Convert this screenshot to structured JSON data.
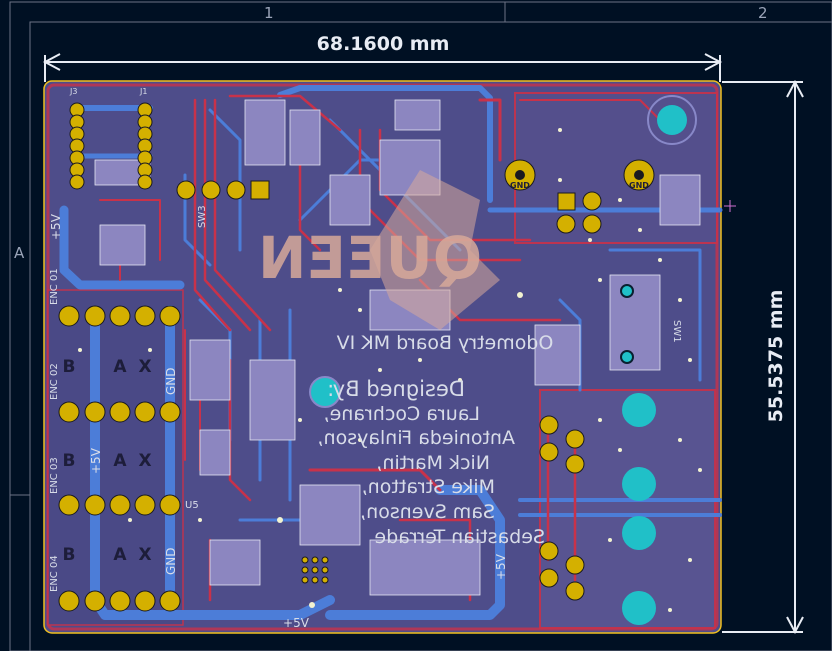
{
  "frame": {
    "column_labels": [
      "1",
      "2"
    ],
    "row_labels": [
      "A"
    ]
  },
  "dimensions": {
    "width": "68.1600 mm",
    "height": "55.5375 mm"
  },
  "board": {
    "title": "Odometry Board MK IV",
    "credits_heading": "Designed By:",
    "credits": [
      "Laura Cochrane,",
      "Antonieda Finlayson,",
      "Nick Martin,",
      "Mike Stratton,",
      "Sam Svenson,",
      "Sebastian Terrade"
    ],
    "logo_text": "QUEEN"
  },
  "labels": {
    "plus5v": "+5V",
    "gnd": "GND",
    "pin_b": "B",
    "pin_a": "A",
    "pin_x": "X",
    "enc": [
      "ENC 01",
      "ENC 02",
      "ENC 03",
      "ENC 04"
    ],
    "sw1": "SW1",
    "sw3": "SW3",
    "gnd_pad": "GND",
    "u5": "U5",
    "j1": "J1",
    "j3": "J3"
  },
  "colors": {
    "background": "#001023",
    "board_fill": "#4e4d8a",
    "copper_front": "#c8324a",
    "copper_back": "#4c7dd8",
    "pad": "#d4b000",
    "silkscreen": "#d8dce8",
    "mount_hole": "#20c0c8"
  }
}
